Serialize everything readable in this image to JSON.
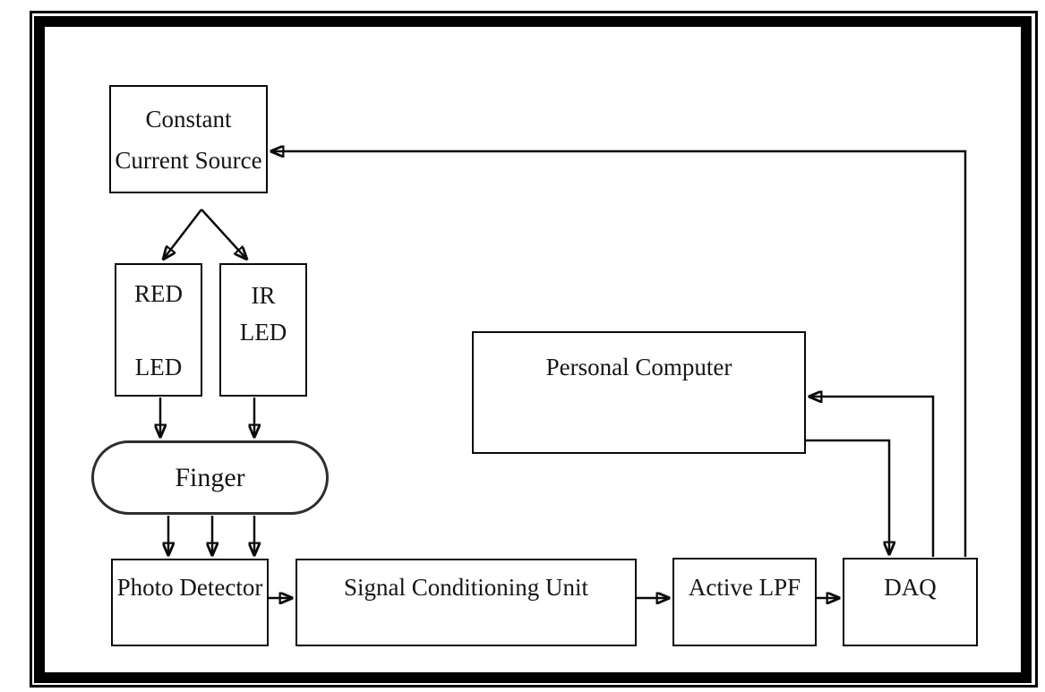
{
  "diagram": {
    "type": "block-diagram",
    "nodes": {
      "constant_current_source": {
        "lines": [
          "Constant",
          "Current Source"
        ]
      },
      "red_led": {
        "lines": [
          "RED",
          "LED"
        ]
      },
      "ir_led": {
        "lines": [
          "IR",
          "LED"
        ]
      },
      "finger": {
        "label": "Finger"
      },
      "photo_detector": {
        "label": "Photo Detector"
      },
      "signal_conditioning_unit": {
        "label": "Signal Conditioning Unit"
      },
      "active_lpf": {
        "label": "Active LPF"
      },
      "daq": {
        "label": "DAQ"
      },
      "personal_computer": {
        "label": "Personal Computer"
      }
    },
    "edges": [
      {
        "from": "constant_current_source",
        "to": "red_led"
      },
      {
        "from": "constant_current_source",
        "to": "ir_led"
      },
      {
        "from": "red_led",
        "to": "finger"
      },
      {
        "from": "ir_led",
        "to": "finger"
      },
      {
        "from": "finger",
        "to": "photo_detector",
        "count": 3
      },
      {
        "from": "photo_detector",
        "to": "signal_conditioning_unit"
      },
      {
        "from": "signal_conditioning_unit",
        "to": "active_lpf"
      },
      {
        "from": "active_lpf",
        "to": "daq"
      },
      {
        "from": "personal_computer",
        "to": "daq"
      },
      {
        "from": "daq",
        "to": "personal_computer"
      },
      {
        "from": "daq",
        "to": "constant_current_source"
      }
    ],
    "colors": {
      "background": "#ffffff",
      "frame": "#000000",
      "line": "#0a0a0a",
      "text": "#151515"
    }
  }
}
